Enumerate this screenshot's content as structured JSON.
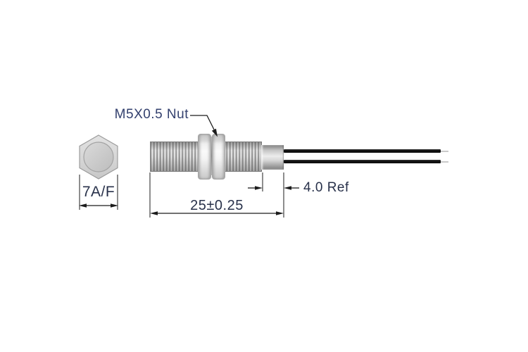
{
  "drawing": {
    "callout": {
      "label": "M5X0.5 Nut"
    },
    "dimensions": {
      "hex_across_flats": "7A/F",
      "overall_length": "25±0.25",
      "rear_sleeve_length": "4.0 Ref"
    },
    "colors": {
      "background": "#ffffff",
      "callout_text": "#33406e",
      "dimension_text": "#28314a",
      "line": "#1c1c1c",
      "metal_light": "#e8e8e8",
      "metal_mid": "#c7c7c7",
      "metal_dark": "#8d8d8d",
      "wire": "#101010",
      "wire_tip": "#c9c9c9"
    }
  }
}
